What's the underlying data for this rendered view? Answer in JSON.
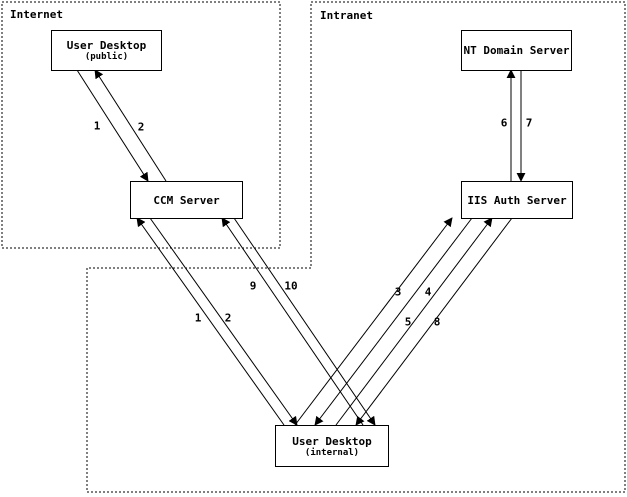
{
  "diagram": {
    "title_hint": "CCM / IIS authentication flow network diagram",
    "colors": {
      "line": "#000000",
      "background": "#ffffff"
    },
    "zones": [
      {
        "label": "Internet"
      },
      {
        "label": "Intranet"
      }
    ],
    "nodes": [
      {
        "id": "user-desktop-public",
        "title": "User Desktop",
        "subtitle": "(public)"
      },
      {
        "id": "ccm-server",
        "title": "CCM Server",
        "subtitle": ""
      },
      {
        "id": "nt-domain-server",
        "title": "NT Domain Server",
        "subtitle": ""
      },
      {
        "id": "iis-auth-server",
        "title": "IIS Auth Server",
        "subtitle": ""
      },
      {
        "id": "user-desktop-internal",
        "title": "User Desktop",
        "subtitle": "(internal)"
      }
    ],
    "flows": [
      {
        "label": "1",
        "from": "User Desktop (public)",
        "to": "CCM Server"
      },
      {
        "label": "2",
        "from": "CCM Server",
        "to": "User Desktop (public)"
      },
      {
        "label": "1",
        "from": "User Desktop (internal)",
        "to": "CCM Server"
      },
      {
        "label": "2",
        "from": "CCM Server",
        "to": "User Desktop (internal)"
      },
      {
        "label": "9",
        "from": "User Desktop (internal)",
        "to": "CCM Server"
      },
      {
        "label": "10",
        "from": "CCM Server",
        "to": "User Desktop (internal)"
      },
      {
        "label": "3",
        "from": "User Desktop (internal)",
        "to": "IIS Auth Server"
      },
      {
        "label": "4",
        "from": "IIS Auth Server",
        "to": "User Desktop (internal)"
      },
      {
        "label": "5",
        "from": "User Desktop (internal)",
        "to": "IIS Auth Server"
      },
      {
        "label": "8",
        "from": "IIS Auth Server",
        "to": "User Desktop (internal)"
      },
      {
        "label": "6",
        "from": "IIS Auth Server",
        "to": "NT Domain Server"
      },
      {
        "label": "7",
        "from": "NT Domain Server",
        "to": "IIS Auth Server"
      }
    ]
  }
}
